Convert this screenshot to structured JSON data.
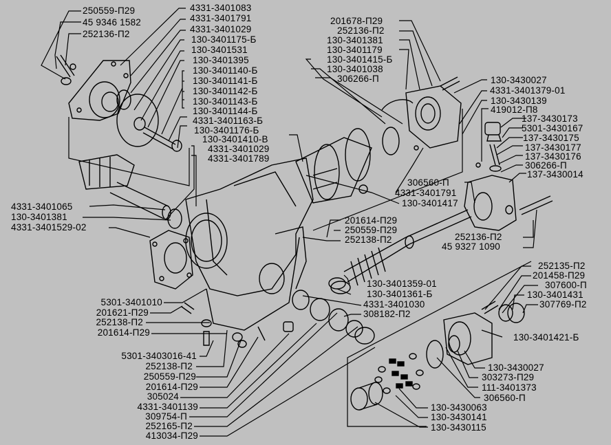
{
  "diagram": {
    "type": "exploded-parts-diagram",
    "background_color": "#c0c0c0",
    "line_color": "#000000",
    "labels": {
      "top_left": [
        "250559-П29",
        "45 9346 1582",
        "252136-П2"
      ],
      "top_center": [
        "4331-3401083",
        "4331-3401791",
        "4331-3401029",
        "130-3401175-Б",
        "130-3401531",
        "130-3401395",
        "130-3401140-Б",
        "130-3401141-Б",
        "130-3401142-Б",
        "130-3401143-Б",
        "130-3401144-Б",
        "4331-3401163-Б",
        "130-3401176-Б",
        "130-3401410-В",
        "4331-3401029",
        "4331-3401789"
      ],
      "top_right_a": [
        "201678-П29",
        "252136-П2",
        "130-3401381",
        "130-3401179",
        "130-3401415-Б",
        "130-3401038",
        "306266-П"
      ],
      "top_right_b": [
        "130-3430027",
        "4331-3401379-01",
        "130-3430139",
        "419012-П8",
        "137-3430173",
        "5301-3430167",
        "137-3430175",
        "137-3430177",
        "137-3430176",
        "306266-П",
        "137-3430014"
      ],
      "mid_right": [
        "306560-П",
        "4331-3401791",
        "130-3401417"
      ],
      "mid_center": [
        "201614-П29",
        "250559-П29",
        "252138-П2"
      ],
      "mid_right_b": [
        "252136-П2",
        "45 9327 1090"
      ],
      "left": [
        "4331-3401065",
        "130-3401381",
        "4331-3401529-02"
      ],
      "center_low": [
        "130-3401359-01",
        "130-3401361-Б",
        "4331-3401030",
        "308182-П2"
      ],
      "right_low": [
        "252135-П2",
        "201458-П29",
        "307600-П",
        "130-3401431",
        "307769-П2",
        "130-3401421-Б"
      ],
      "bottom_left": [
        "5301-3401010",
        "201621-П29",
        "252138-П2",
        "201614-П29"
      ],
      "bottom_center": [
        "5301-3403016-41",
        "252138-П2",
        "250559-П29",
        "201614-П29",
        "305024",
        "4331-3401139",
        "309754-П",
        "252165-П2",
        "413034-П29"
      ],
      "bottom_right": [
        "130-3430027",
        "303273-П29",
        "111-3401373",
        "306560-П",
        "130-3430063",
        "130-3430141",
        "130-3430115"
      ]
    }
  }
}
